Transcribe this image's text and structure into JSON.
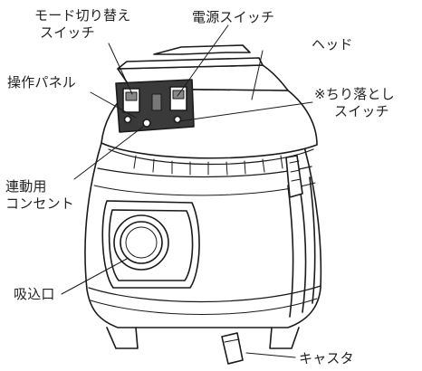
{
  "labels": {
    "mode_switch": [
      "モード切り替え",
      "スイッチ"
    ],
    "power_switch": "電源スイッチ",
    "head": "ヘッド",
    "control_panel": "操作パネル",
    "dust_shake_switch": [
      "※ちり落とし",
      "スイッチ"
    ],
    "linked_outlet": [
      "連動用",
      "コンセント"
    ],
    "intake": "吸込口",
    "caster": "キャスタ"
  },
  "colors": {
    "line": "#1a1a1a",
    "panel": "#3a3a3a",
    "background": "#ffffff"
  }
}
